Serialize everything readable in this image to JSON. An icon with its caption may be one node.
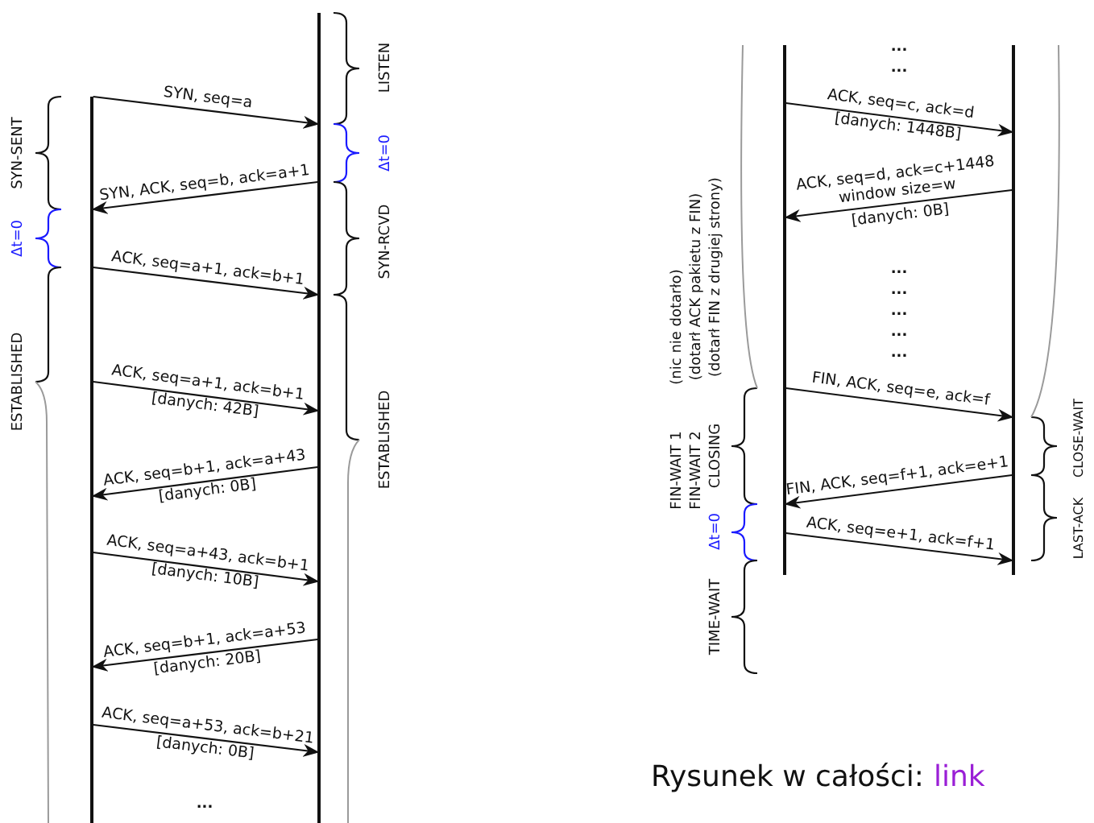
{
  "diagram": {
    "caption": "Rysunek w całości:",
    "nodes": [
      {
        "text": [],
        "shape": "bar"
      },
      {
        "text": [],
        "shape": "bar"
      },
      {
        "text": [],
        "shape": "bar"
      },
      {
        "text": [],
        "shape": "bar"
      }
    ],
    "edges": [
      {
        "from": 0,
        "to": 1,
        "arrow": "to",
        "label": "SYN, seq=a"
      },
      {
        "from": 1,
        "to": 0,
        "arrow": "to",
        "label": "SYN, ACK, seq=b, ack=a+1"
      },
      {
        "from": 0,
        "to": 1,
        "arrow": "to",
        "label": "ACK, seq=a+1, ack=b+1"
      },
      {
        "from": 0,
        "to": 1,
        "arrow": "to",
        "label": "ACK, seq=a+1, ack=b+1"
      },
      {
        "from": 1,
        "to": 0,
        "arrow": "to",
        "label": "ACK, seq=b+1, ack=a+43"
      },
      {
        "from": 0,
        "to": 1,
        "arrow": "to",
        "label": "ACK, seq=a+43, ack=b+1"
      },
      {
        "from": 1,
        "to": 0,
        "arrow": "to",
        "label": "ACK, seq=b+1, ack=a+53"
      },
      {
        "from": 0,
        "to": 1,
        "arrow": "to",
        "label": "ACK, seq=a+53, ack=b+21"
      },
      {
        "from": 2,
        "to": 3,
        "arrow": "to",
        "label": "ACK, seq=c, ack=d"
      },
      {
        "from": 3,
        "to": 2,
        "arrow": "to",
        "label": "ACK, seq=d, ack=c+1448"
      },
      {
        "from": 2,
        "to": 3,
        "arrow": "to",
        "label": "FIN, ACK, seq=e, ack=f"
      },
      {
        "from": 3,
        "to": 2,
        "arrow": "to",
        "label": "FIN, ACK, seq=f+1, ack=e+1"
      },
      {
        "from": 2,
        "to": 3,
        "arrow": "to",
        "label": "ACK, seq=e+1, ack=f+1"
      }
    ],
    "labels": [
      "LISTEN",
      "SYN-SENT",
      "Δt=0",
      "Δt=0",
      "SYN-RCVD",
      "ESTABLISHED",
      "[danych: 42B]",
      "ESTABLISHED",
      "[danych: 0B]",
      "[danych: 10B]",
      "[danych: 20B]",
      "[danych: 0B]",
      "...",
      "...",
      "...",
      "[danych: 1448B]",
      "window size=w",
      "[danych: 0B]",
      "(nic nie dotarło)",
      "(dotarł ACK pakietu z FIN)",
      "(dotarł FIN z drugiej strony)",
      "...",
      "...",
      "...",
      "...",
      "...",
      "FIN-WAIT 1",
      "FIN-WAIT 2",
      "CLOSING",
      "CLOSE-WAIT",
      "Δt=0",
      "LAST-ACK",
      "TIME-WAIT",
      "link"
    ]
  }
}
